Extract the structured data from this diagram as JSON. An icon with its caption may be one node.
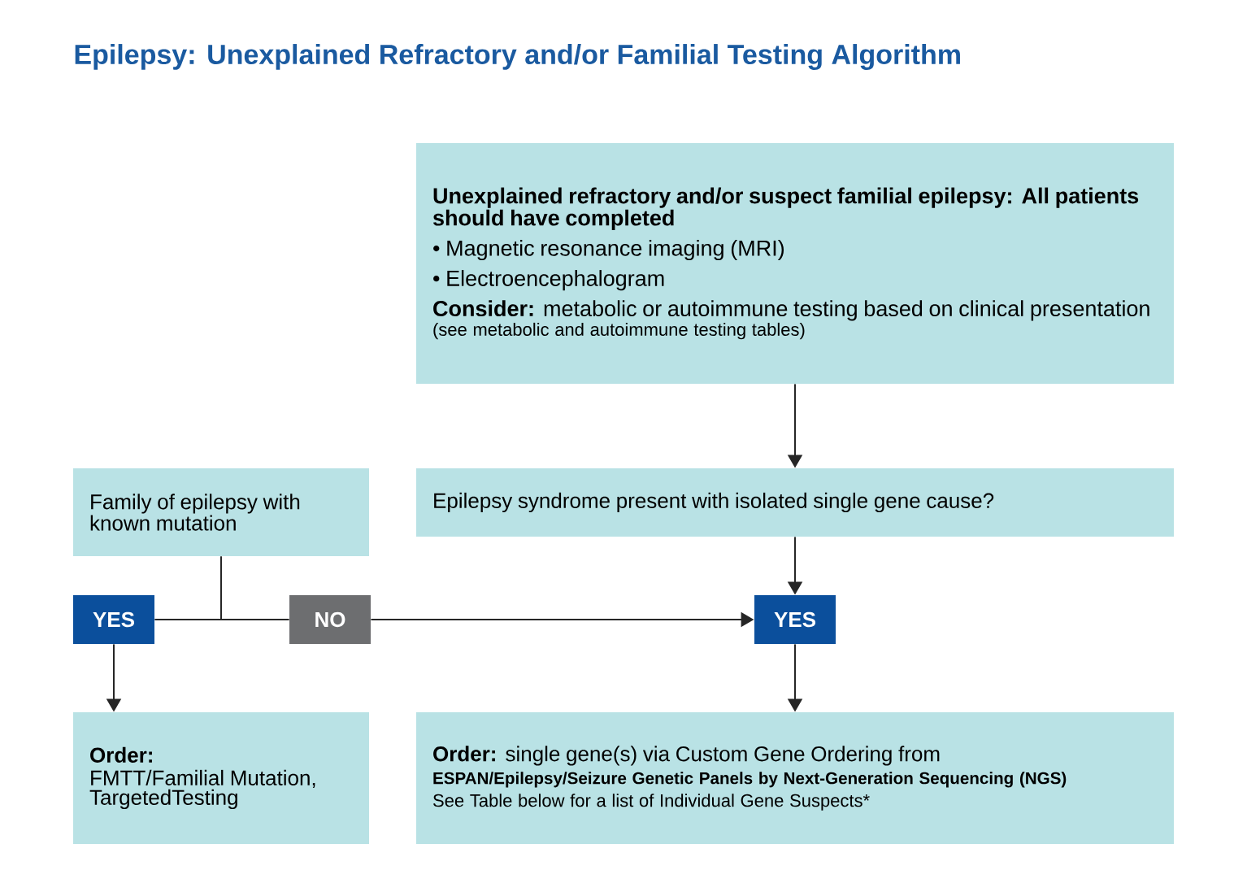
{
  "diagram": {
    "title": "Epilepsy: Unexplained Refractory and/or Familial Testing Algorithm",
    "nodes": [
      {
        "text": [
          "Unexplained refractory and/or suspect familial epilepsy: All patients should have completed",
          "• Magnetic resonance imaging (MRI)",
          "• Electroencephalogram",
          "**Consider:** metabolic or autoimmune testing based on clinical presentation",
          "(see metabolic and autoimmune testing tables)"
        ]
      },
      {
        "text": [
          "Family of epilepsy with known mutation"
        ]
      },
      {
        "text": [
          "Epilepsy syndrome present with isolated single gene cause?"
        ]
      },
      {
        "text": [
          "YES"
        ]
      },
      {
        "text": [
          "NO"
        ]
      },
      {
        "text": [
          "YES"
        ]
      },
      {
        "text": [
          "Order:",
          "FMTT/Familial Mutation, TargetedTesting"
        ]
      },
      {
        "text": [
          "**Order:** single gene(s) via Custom Gene Ordering from",
          "ESPAN/Epilepsy/Seizure Genetic Panels by Next-Generation Sequencing (NGS)",
          "See Table below for a list of Individual Gene Suspects*"
        ]
      }
    ],
    "edges": [
      {
        "from": 0,
        "to": 2,
        "arrow": "to"
      },
      {
        "from": 1,
        "to": 3,
        "arrow": "none"
      },
      {
        "from": 1,
        "to": 4,
        "arrow": "none"
      },
      {
        "from": 2,
        "to": 5,
        "arrow": "to"
      },
      {
        "from": 4,
        "to": 5,
        "arrow": "to"
      },
      {
        "from": 3,
        "to": 6,
        "arrow": "to"
      },
      {
        "from": 5,
        "to": 7,
        "arrow": "to"
      }
    ]
  }
}
